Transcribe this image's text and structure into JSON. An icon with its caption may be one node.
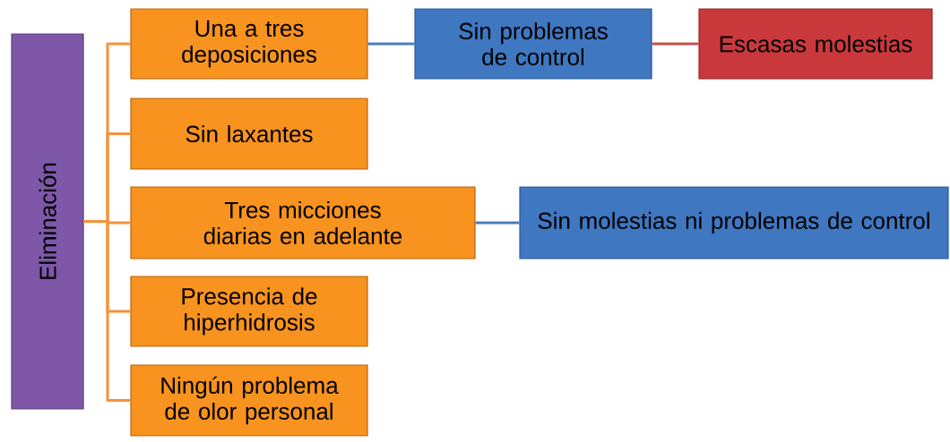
{
  "diagram": {
    "nodes": [
      {
        "text": [
          "Eliminación"
        ]
      },
      {
        "text": [
          "Una a tres deposiciones"
        ]
      },
      {
        "text": [
          "Sin problemas de control"
        ]
      },
      {
        "text": [
          "Escasas molestias"
        ]
      },
      {
        "text": [
          "Sin laxantes"
        ]
      },
      {
        "text": [
          "Tres micciones diarias en adelante"
        ]
      },
      {
        "text": [
          "Sin molestias ni problemas de control"
        ]
      },
      {
        "text": [
          "Presencia de hiperhidrosis"
        ]
      },
      {
        "text": [
          "Ningún problema de olor personal"
        ]
      }
    ],
    "edges": [
      {
        "from": 0,
        "to": 1,
        "arrow": "none"
      },
      {
        "from": 0,
        "to": 4,
        "arrow": "none"
      },
      {
        "from": 0,
        "to": 5,
        "arrow": "none"
      },
      {
        "from": 0,
        "to": 7,
        "arrow": "none"
      },
      {
        "from": 0,
        "to": 8,
        "arrow": "none"
      },
      {
        "from": 1,
        "to": 2,
        "arrow": "none",
        "color": "#4a7ebb"
      },
      {
        "from": 2,
        "to": 3,
        "arrow": "none",
        "color": "#c0504d"
      },
      {
        "from": 5,
        "to": 6,
        "arrow": "none",
        "color": "#4a7ebb"
      }
    ]
  }
}
